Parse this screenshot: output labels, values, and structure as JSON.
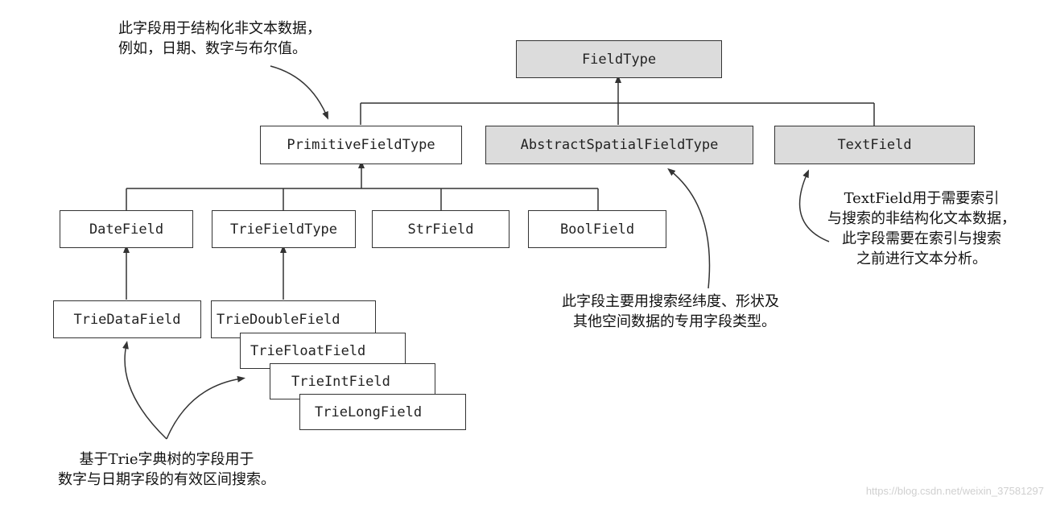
{
  "nodes": {
    "fieldtype": "FieldType",
    "primitive": "PrimitiveFieldType",
    "spatial": "AbstractSpatialFieldType",
    "textfield": "TextField",
    "datefield": "DateField",
    "triefieldtype": "TrieFieldType",
    "strfield": "StrField",
    "boolfield": "BoolField",
    "triedatafield": "TrieDataField",
    "triedouble": "TrieDoubleField",
    "triefloat": "TrieFloatField",
    "trieint": "TrieIntField",
    "trielong": "TrieLongField"
  },
  "notes": {
    "primitive": [
      "此字段用于结构化非文本数据，",
      "例如，日期、数字与布尔值。"
    ],
    "spatial": [
      "此字段主要用搜索经纬度、形状及",
      "其他空间数据的专用字段类型。"
    ],
    "textfield": [
      "TextField用于需要索引",
      "与搜索的非结构化文本数据，",
      "此字段需要在索引与搜索",
      "之前进行文本分析。"
    ],
    "trie": [
      "基于Trie字典树的字段用于",
      "数字与日期字段的有效区间搜索。"
    ]
  },
  "watermark": "https://blog.csdn.net/weixin_37581297",
  "colors": {
    "shaded_box": "#dcdcdc",
    "line": "#333333"
  }
}
